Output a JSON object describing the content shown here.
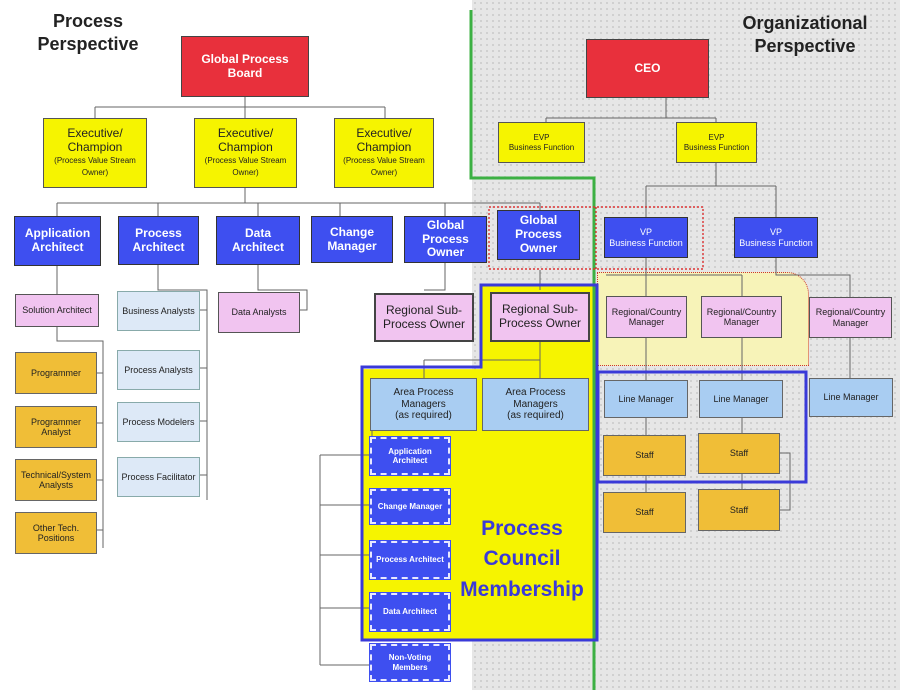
{
  "titles": {
    "process_line1": "Process",
    "process_line2": "Perspective",
    "org_line1": "Organizational",
    "org_line2": "Perspective"
  },
  "process": {
    "board": "Global Process Board",
    "executives": [
      {
        "line1": "Executive/",
        "line2": "Champion",
        "sub": "(Process Value Stream Owner)"
      },
      {
        "line1": "Executive/",
        "line2": "Champion",
        "sub": "(Process Value Stream Owner)"
      },
      {
        "line1": "Executive/",
        "line2": "Champion",
        "sub": "(Process Value Stream Owner)"
      }
    ],
    "roles": [
      "Application Architect",
      "Process Architect",
      "Data Architect",
      "Change Manager",
      "Global Process Owner",
      "Global Process Owner"
    ],
    "solution_architect": "Solution Architect",
    "tech_positions": [
      "Programmer",
      "Programmer Analyst",
      "Technical/System Analysts",
      "Other Tech. Positions"
    ],
    "process_team": [
      "Business Analysts",
      "Process Analysts",
      "Process Modelers",
      "Process Facilitator"
    ],
    "data_analysts": "Data Analysts",
    "regional_sub_owners": [
      "Regional Sub-Process Owner",
      "Regional Sub-Process Owner"
    ],
    "area_managers": [
      {
        "line1": "Area Process",
        "line2": "Managers",
        "line3": "(as required)"
      },
      {
        "line1": "Area Process",
        "line2": "Managers",
        "line3": "(as required)"
      }
    ],
    "council_members": [
      "Application Architect",
      "Change Manager",
      "Process Architect",
      "Data Architect",
      "Non-Voting Members"
    ],
    "council_label": [
      "Process",
      "Council",
      "Membership"
    ]
  },
  "org": {
    "ceo": "CEO",
    "evps": [
      {
        "line1": "EVP",
        "line2": "Business Function"
      },
      {
        "line1": "EVP",
        "line2": "Business Function"
      }
    ],
    "vps": [
      {
        "line1": "VP",
        "line2": "Business Function"
      },
      {
        "line1": "VP",
        "line2": "Business Function"
      }
    ],
    "regional_managers": [
      "Regional/Country Manager",
      "Regional/Country Manager",
      "Regional/Country Manager"
    ],
    "line_managers": [
      "Line Manager",
      "Line Manager",
      "Line Manager"
    ],
    "staff": [
      "Staff",
      "Staff",
      "Staff",
      "Staff"
    ]
  },
  "colors": {
    "red": "#e8303c",
    "yellow": "#f6f400",
    "blue": "#3e4ff0",
    "pink": "#f1c4f0",
    "gold": "#f0be37",
    "divider_green": "#3cb043",
    "council_border": "#3a3ad8"
  }
}
